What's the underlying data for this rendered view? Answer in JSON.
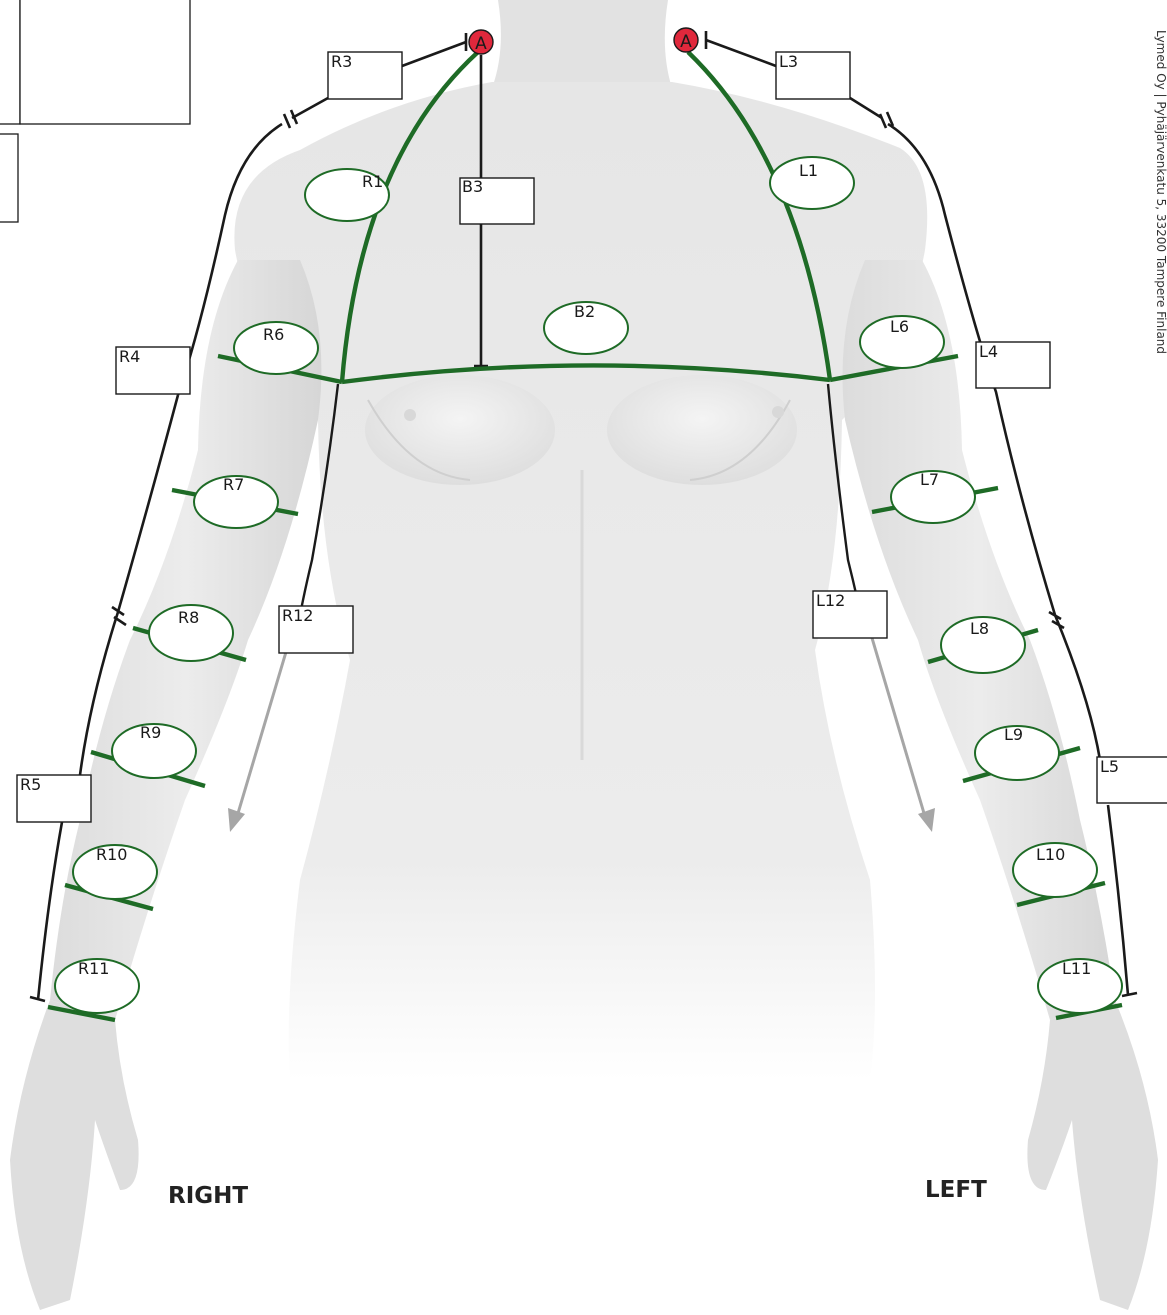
{
  "colors": {
    "measure_green": "#1e6b26",
    "dimension_line": "#1a1a1a",
    "anchor_red": "#e0283c",
    "arrow_gray": "#a6a6a6",
    "body_fill": "#e7e7e7"
  },
  "anchors": [
    "A",
    "A"
  ],
  "circumference_labels": {
    "R1": "R1",
    "L1": "L1",
    "B2": "B2",
    "R6": "R6",
    "R7": "R7",
    "R8": "R8",
    "R9": "R9",
    "R10": "R10",
    "R11": "R11",
    "L6": "L6",
    "L7": "L7",
    "L8": "L8",
    "L9": "L9",
    "L10": "L10",
    "L11": "L11"
  },
  "length_labels": {
    "R3": "R3",
    "L3": "L3",
    "B3": "B3",
    "R4": "R4",
    "L4": "L4",
    "R5": "R5",
    "L5": "L5",
    "R12": "R12",
    "L12": "L12"
  },
  "side_labels": {
    "right": "RIGHT",
    "left": "LEFT"
  },
  "credit": "Lymed Oy | Pyhäjärvenkatu 5, 33200 Tampere Finland"
}
